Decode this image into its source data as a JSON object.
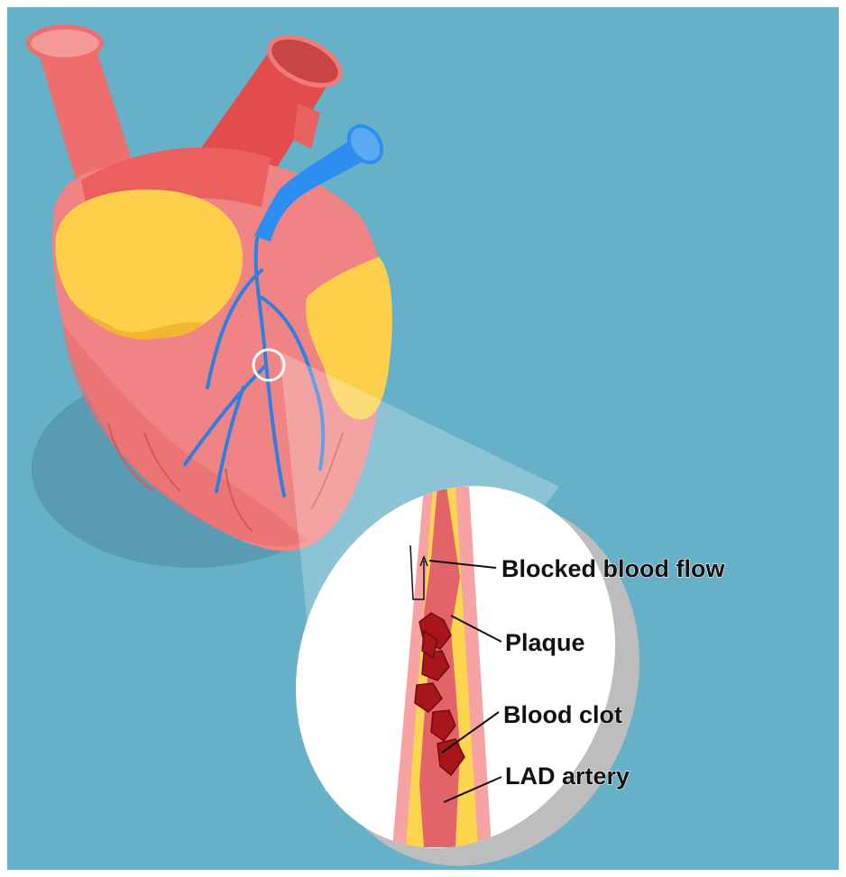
{
  "labels": {
    "blocked_blood_flow": "Blocked blood flow",
    "plaque": "Plaque",
    "blood_clot": "Blood clot",
    "lad_artery": "LAD artery"
  },
  "colors": {
    "background": "#66b0c8",
    "heart_body": "#f28b8b",
    "aorta": "#ec5a5a",
    "vein": "#2b8ef0",
    "fat": "#fdcf4b",
    "artery_wall": "#f7a3a3",
    "plaque": "#fbd54e",
    "clot": "#a8151b",
    "lumen": "#e36468"
  }
}
